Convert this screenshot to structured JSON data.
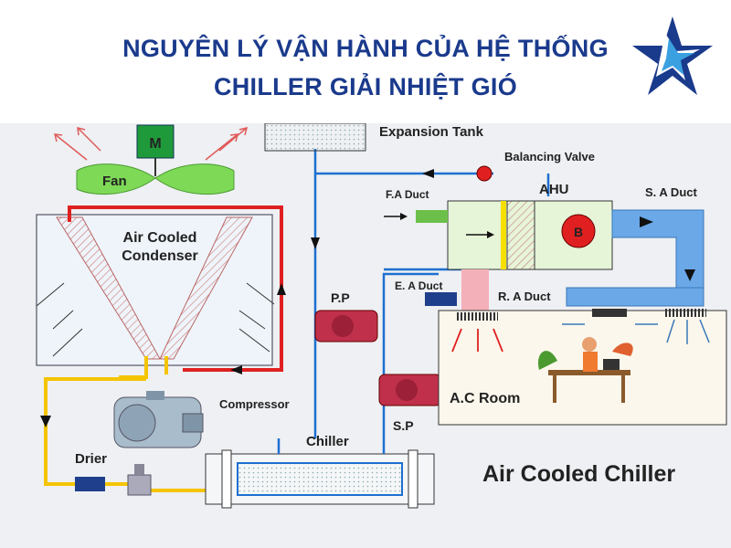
{
  "header": {
    "title_line1": "NGUYÊN LÝ VẬN HÀNH CỦA HỆ THỐNG",
    "title_line2": "CHILLER GIẢI NHIỆT GIÓ",
    "logo_icon": "star-icon"
  },
  "labels": {
    "motor": "M",
    "fan": "Fan",
    "condenser_line1": "Air Cooled",
    "condenser_line2": "Condenser",
    "compressor": "Compressor",
    "drier": "Drier",
    "chiller": "Chiller",
    "expansion_tank": "Expansion Tank",
    "balancing_valve": "Balancing Valve",
    "fa_duct": "F.A Duct",
    "ahu": "AHU",
    "blower": "B",
    "sa_duct": "S. A Duct",
    "ea_duct": "E. A Duct",
    "ra_duct": "R. A Duct",
    "pp": "P.P",
    "sp": "S.P",
    "ac_room": "A.C Room",
    "big_caption": "Air Cooled Chiller"
  },
  "colors": {
    "title": "#1a3a8c",
    "hot_pipe": "#e02020",
    "liquid_pipe": "#f5c400",
    "water_pipe": "#1e6fd0",
    "duct": "#6aa8e8",
    "pump": "#c0304a",
    "fa_duct": "#6cc04a",
    "ra_duct": "#f4b0b8",
    "motor": "#1f9a3a",
    "fan": "#7ed957",
    "background": "#eef0f3",
    "room": "#fbf7ec"
  }
}
